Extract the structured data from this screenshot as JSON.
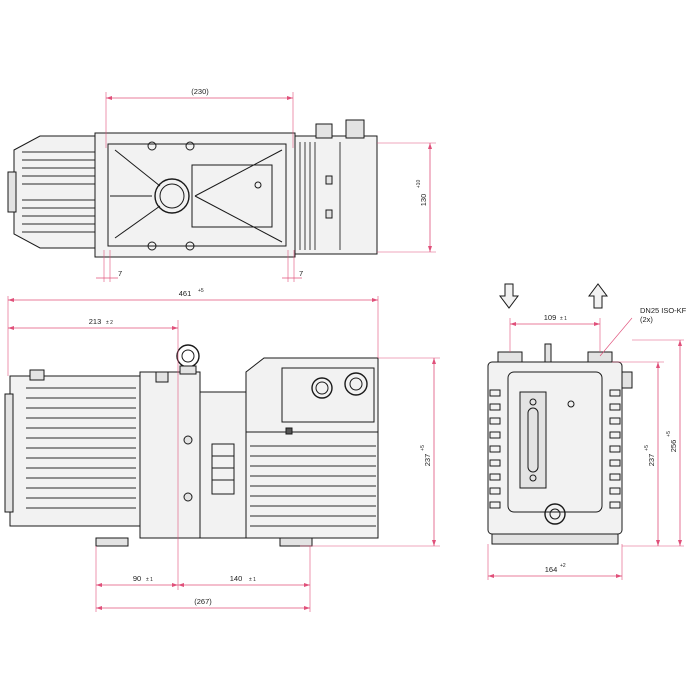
{
  "dimensions": {
    "top_width": "(230)",
    "top_height": "130",
    "top_height_tol": "+10",
    "top_offset_left": "7",
    "top_offset_right": "7",
    "total_length": "461",
    "total_length_tol": "+5",
    "center_offset": "213",
    "center_offset_tol": "± 2",
    "side_height": "237",
    "side_height_tol": "+5",
    "foot_left": "90",
    "foot_left_tol": "± 1",
    "foot_right": "140",
    "foot_right_tol": "± 1",
    "foot_span": "(267)",
    "flange_spacing": "109",
    "flange_spacing_tol": "± 1",
    "end_height_inner": "237",
    "end_height_inner_tol": "+5",
    "end_height_outer": "256",
    "end_height_outer_tol": "+5",
    "end_width": "164",
    "end_width_tol": "+2"
  },
  "labels": {
    "flange": "DN25 ISO-KF",
    "flange_count": "(2x)"
  },
  "icons": {
    "inlet": "down-arrow-icon",
    "outlet": "up-arrow-icon"
  },
  "colors": {
    "dimension_line": "#e0507a",
    "outline": "#1a1a1a"
  }
}
